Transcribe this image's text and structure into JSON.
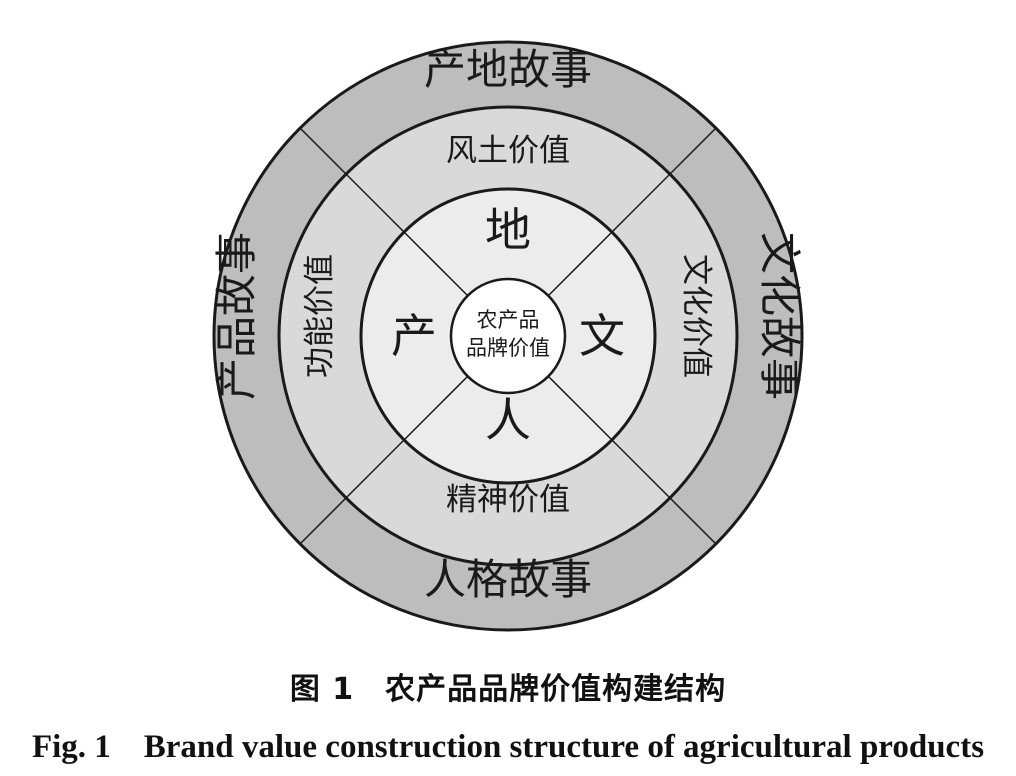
{
  "diagram": {
    "center": "农产品品牌价值",
    "center_lines": [
      "农产品",
      "品牌价值"
    ],
    "inner_ring": {
      "top": "地",
      "left": "产",
      "right": "文",
      "bottom": "人"
    },
    "middle_ring": {
      "top": "风土价值",
      "left": "功能价值",
      "right": "文化价值",
      "bottom": "精神价值"
    },
    "outer_ring": {
      "top": "产地故事",
      "left": "产品故事",
      "right": "文化故事",
      "bottom": "人格故事"
    },
    "colors": {
      "outer_fill": "#bdbdbd",
      "middle_fill": "#d9d9d9",
      "inner_fill": "#ececec",
      "center_fill": "#ffffff",
      "stroke": "#1a1a1a"
    }
  },
  "caption": {
    "cn": "图 1　农产品品牌价值构建结构",
    "en": "Fig. 1　Brand value construction structure of agricultural products"
  }
}
